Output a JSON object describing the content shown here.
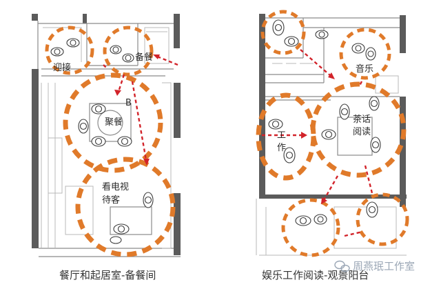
{
  "left_plan": {
    "zones": {
      "welcome": "迎接",
      "prep": "备餐",
      "dining": "聚餐",
      "tv": "看电视\n待客"
    },
    "marker": "B",
    "caption": "餐厅和起居室-备餐间"
  },
  "right_plan": {
    "zones": {
      "music": "音乐",
      "tea": "茶话\n阅读",
      "work": "工\n作"
    },
    "caption": "娱乐工作阅读-观景阳台"
  },
  "watermark": {
    "icon": "wechat-icon",
    "text": "周燕珉工作室"
  },
  "colors": {
    "zone_dash": "#e07a2a",
    "flow_arrow": "#d2232a",
    "wall": "#5b5b5b"
  }
}
